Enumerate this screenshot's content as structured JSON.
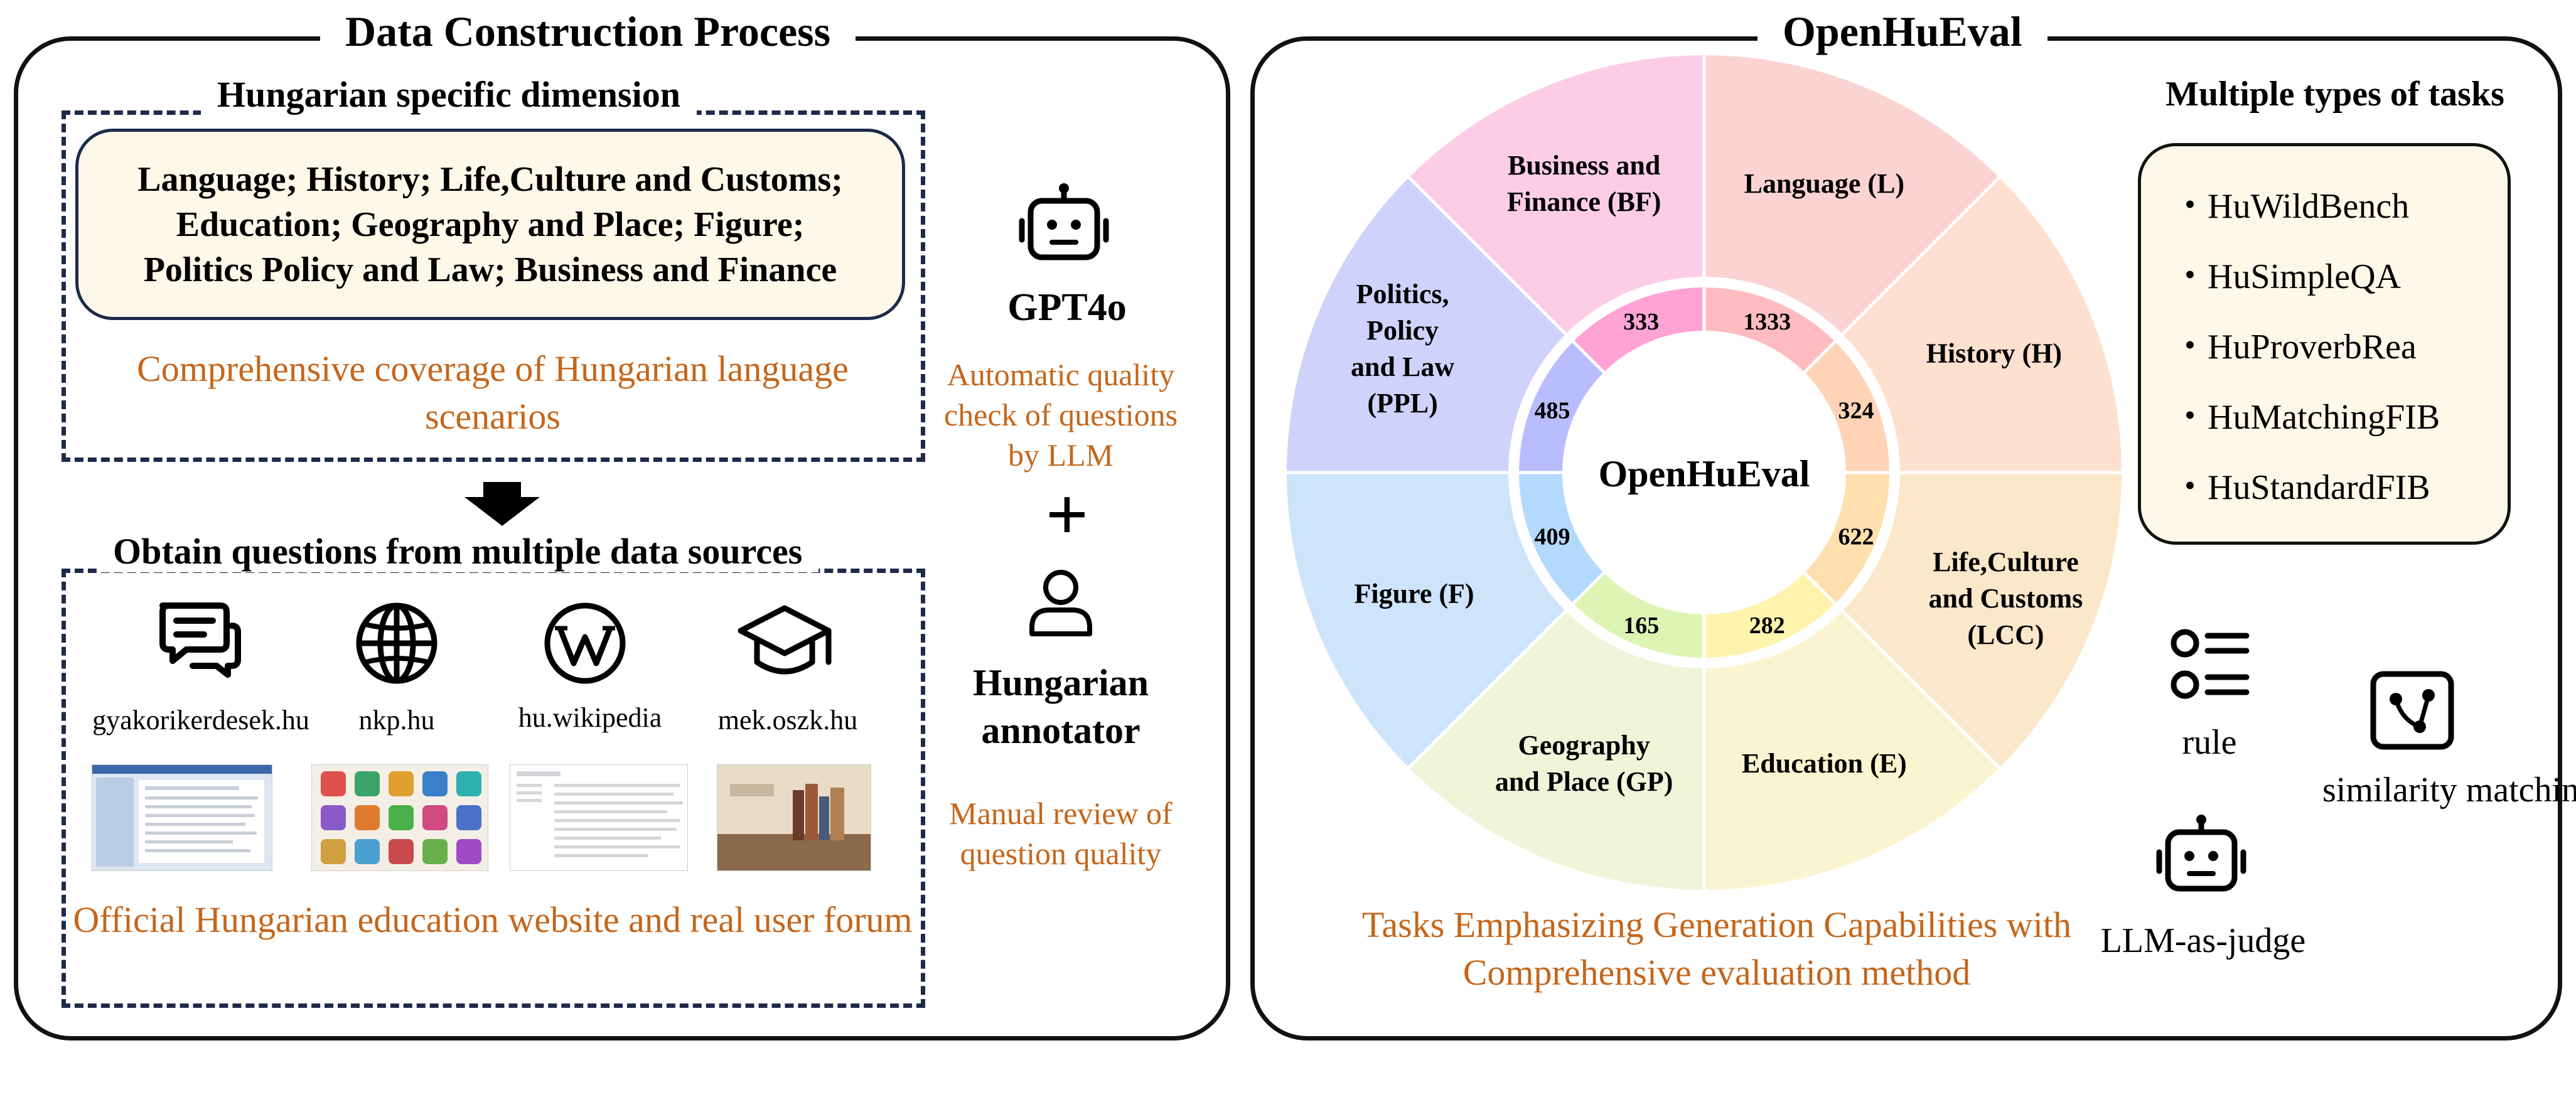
{
  "left": {
    "title": "Data Construction Process",
    "dimension": {
      "title": "Hungarian specific dimension",
      "lines": [
        "Language; History;  Life,Culture and Customs;",
        "Education;  Geography and Place;  Figure;",
        "Politics Policy and Law; Business and Finance"
      ],
      "caption": "Comprehensive coverage of Hungarian language scenarios"
    },
    "sources": {
      "title": "Obtain questions from multiple data sources",
      "items": [
        {
          "label": "gyakorikerdesek.hu",
          "icon": "chat-icon"
        },
        {
          "label": "nkp.hu",
          "icon": "globe-icon"
        },
        {
          "label": "hu.wikipedia",
          "icon": "wikipedia-icon"
        },
        {
          "label": "mek.oszk.hu",
          "icon": "graduation-cap-icon"
        }
      ],
      "caption": "Official Hungarian education website and real user forum"
    },
    "gpt": {
      "label": "GPT4o",
      "caption": "Automatic quality check of questions by LLM",
      "icon": "robot-icon"
    },
    "plus": "+",
    "annotator": {
      "label": "Hungarian annotator",
      "caption": "Manual review of question quality",
      "icon": "person-icon"
    }
  },
  "right": {
    "title": "OpenHuEval",
    "center_label": "OpenHuEval",
    "caption": "Tasks Emphasizing Generation Capabilities with Comprehensive evaluation method",
    "tasks": {
      "title": "Multiple types of tasks",
      "items": [
        "HuWildBench",
        "HuSimpleQA",
        "HuProverbRea",
        "HuMatchingFIB",
        "HuStandardFIB"
      ],
      "bullet": "・"
    },
    "methods": [
      {
        "label": "rule",
        "icon": "list-icon"
      },
      {
        "label": "similarity matching",
        "icon": "connection-icon"
      },
      {
        "label": "LLM-as-judge",
        "icon": "robot-icon"
      }
    ]
  },
  "donut": {
    "segments": [
      {
        "label_lines": [
          "Language (L)"
        ],
        "count": "1333",
        "outer": "#fcd3d3",
        "inner": "#ffbcc0"
      },
      {
        "label_lines": [
          "History (H)"
        ],
        "count": "324",
        "outer": "#fde0cf",
        "inner": "#ffd3b6"
      },
      {
        "label_lines": [
          "Life,Culture",
          "and Customs",
          "(LCC)"
        ],
        "count": "622",
        "outer": "#fbe7c9",
        "inner": "#ffdfae"
      },
      {
        "label_lines": [
          "Education (E)"
        ],
        "count": "282",
        "outer": "#fbf4d0",
        "inner": "#fff3ad"
      },
      {
        "label_lines": [
          "Geography",
          "and Place (GP)"
        ],
        "count": "165",
        "outer": "#eef5d8",
        "inner": "#def4b5"
      },
      {
        "label_lines": [
          "Figure (F)"
        ],
        "count": "409",
        "outer": "#cde4fb",
        "inner": "#b4d9ff"
      },
      {
        "label_lines": [
          "Politics,",
          "Policy",
          "and Law",
          "(PPL)"
        ],
        "count": "485",
        "outer": "#cfd2fb",
        "inner": "#b9bdff"
      },
      {
        "label_lines": [
          "Business and",
          "Finance (BF)"
        ],
        "count": "333",
        "outer": "#fdcde6",
        "inner": "#ffa3d5"
      }
    ]
  }
}
